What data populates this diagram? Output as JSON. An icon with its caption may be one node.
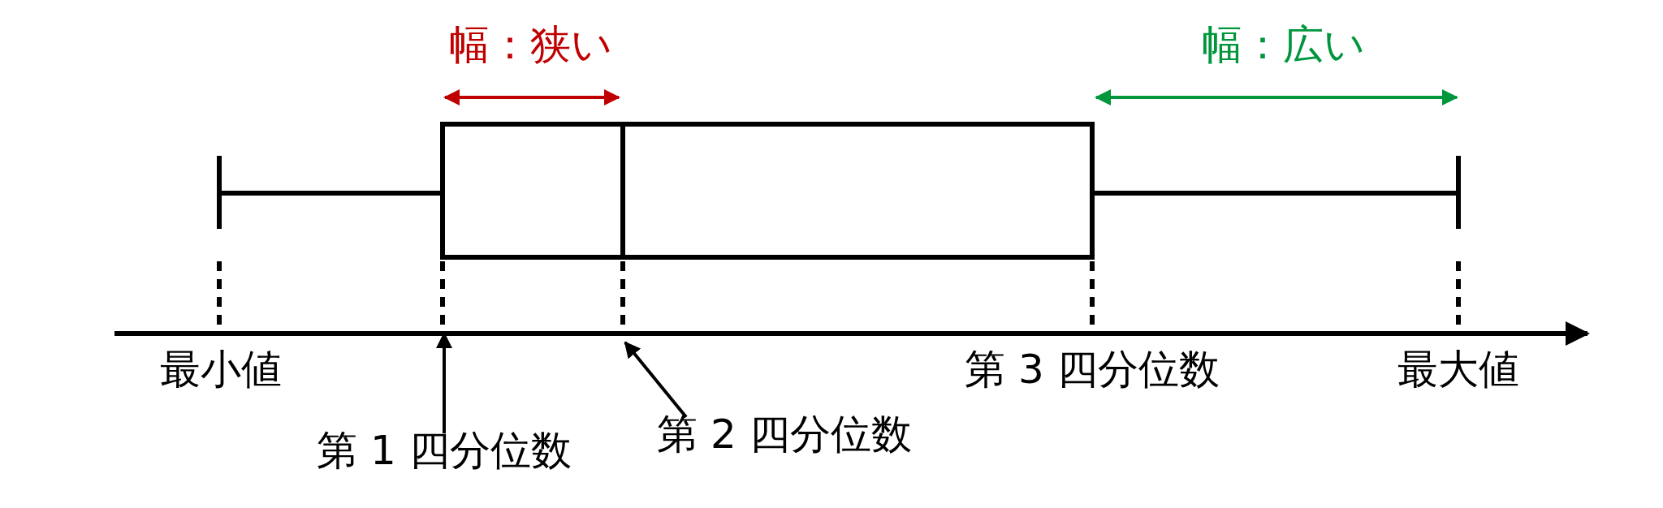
{
  "diagram": {
    "nodes": [
      {
        "text": [
          "第 1 四分位数"
        ]
      },
      {
        "text": [
          "第 2 四分位数"
        ]
      },
      {
        "text": [],
        "shape": "line"
      }
    ],
    "edges": [
      {
        "from": 0,
        "to": 2,
        "arrow": "to"
      },
      {
        "from": 1,
        "to": 2,
        "arrow": "to"
      }
    ],
    "labels": [
      "幅：狭い",
      "幅：広い",
      "最小値",
      "第 3 四分位数",
      "最大値"
    ]
  }
}
